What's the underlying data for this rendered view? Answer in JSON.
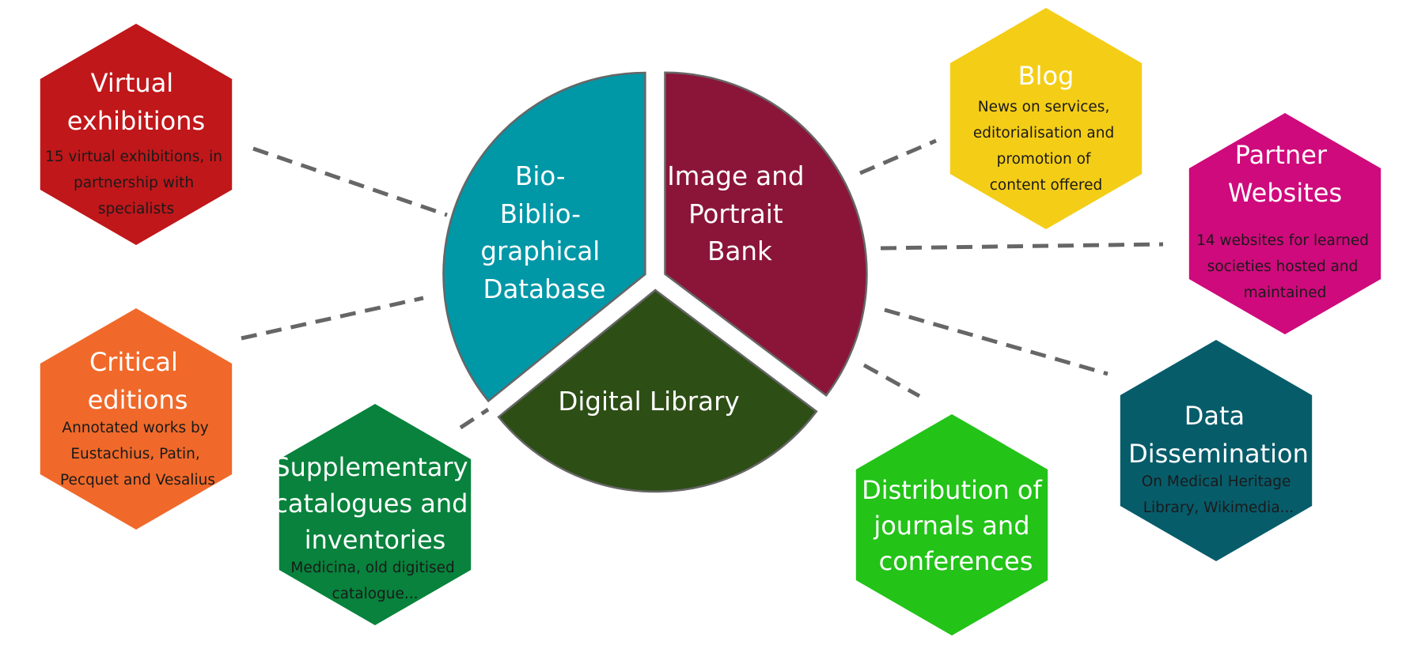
{
  "center": {
    "segments": [
      {
        "id": "bio",
        "lines": [
          "Bio-",
          "Biblio-",
          "graphical",
          "Database"
        ],
        "color": "#0097a7"
      },
      {
        "id": "image",
        "lines": [
          "Image and",
          "Portrait",
          "Bank"
        ],
        "color": "#8b1538"
      },
      {
        "id": "digital",
        "lines": [
          "Digital Library"
        ],
        "color": "#2d4e15"
      }
    ]
  },
  "nodes": [
    {
      "id": "virtual-exhibitions",
      "color": "#c0171a",
      "title": [
        "Virtual",
        "exhibitions"
      ],
      "desc": [
        "15 virtual exhibitions, in",
        "partnership with",
        "specialists"
      ]
    },
    {
      "id": "critical-editions",
      "color": "#f0692a",
      "title": [
        "Critical",
        "editions"
      ],
      "desc": [
        "Annotated works by",
        "Eustachius, Patin,",
        "Pecquet and Vesalius"
      ]
    },
    {
      "id": "supplementary-catalogues",
      "color": "#08823c",
      "title": [
        "Supplementary",
        "catalogues and",
        "inventories"
      ],
      "desc": [
        "Medicina,  old digitised",
        "catalogue..."
      ]
    },
    {
      "id": "blog",
      "color": "#f4cd17",
      "title": [
        "Blog"
      ],
      "desc": [
        "News on services,",
        "editorialisation and",
        "promotion of",
        "content offered"
      ]
    },
    {
      "id": "partner-websites",
      "color": "#cf0a7c",
      "title": [
        "Partner",
        "Websites"
      ],
      "desc": [
        "14 websites for learned",
        "societies hosted and",
        "maintained"
      ]
    },
    {
      "id": "data-dissemination",
      "color": "#075c6a",
      "title": [
        "Data",
        "Dissemination"
      ],
      "desc": [
        "On Medical Heritage",
        "Library, Wikimedia..."
      ]
    },
    {
      "id": "distribution-journals",
      "color": "#23c318",
      "title": [
        "Distribution of",
        "journals and",
        "conferences"
      ],
      "desc": []
    }
  ]
}
